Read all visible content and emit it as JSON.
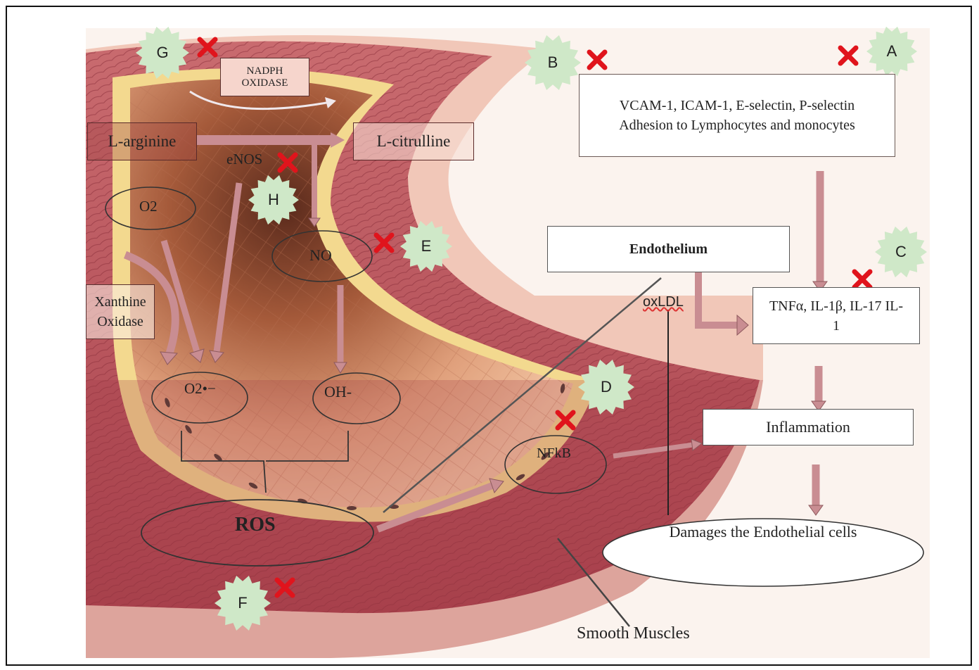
{
  "labels": {
    "nadph": "NADPH OXIDASE",
    "l_arginine": "L-arginine",
    "l_citrulline": "L-citrulline",
    "enos": "eNOS",
    "o2": "O2",
    "no": "NO",
    "xanthine": "Xanthine Oxidase",
    "superoxide": "O2•−",
    "oh": "OH-",
    "ros": "ROS",
    "nfkb": "NFkB",
    "oxldl": "oxLDL",
    "endothelium": "Endothelium",
    "adhesion": "VCAM-1, ICAM-1, E-selectin, P-selectin  Adhesion to Lymphocytes and monocytes",
    "cytokines": "TNFα, IL-1β, IL-17 IL-1",
    "inflammation": "Inflammation",
    "damage": "Damages the Endothelial cells",
    "smooth_muscles": "Smooth Muscles"
  },
  "badges": {
    "a": "A",
    "b": "B",
    "c": "C",
    "d": "D",
    "e": "E",
    "f": "F",
    "g": "G",
    "h": "H"
  },
  "colors": {
    "badge_fill": "#cfe8c8",
    "cross": "#e0141c",
    "arrow": "#c98d92",
    "arrow_stroke": "#8e5a5e",
    "vessel_outer": "#b84f58",
    "vessel_wall": "#e8a58e",
    "endothelium": "#f3d98f"
  }
}
